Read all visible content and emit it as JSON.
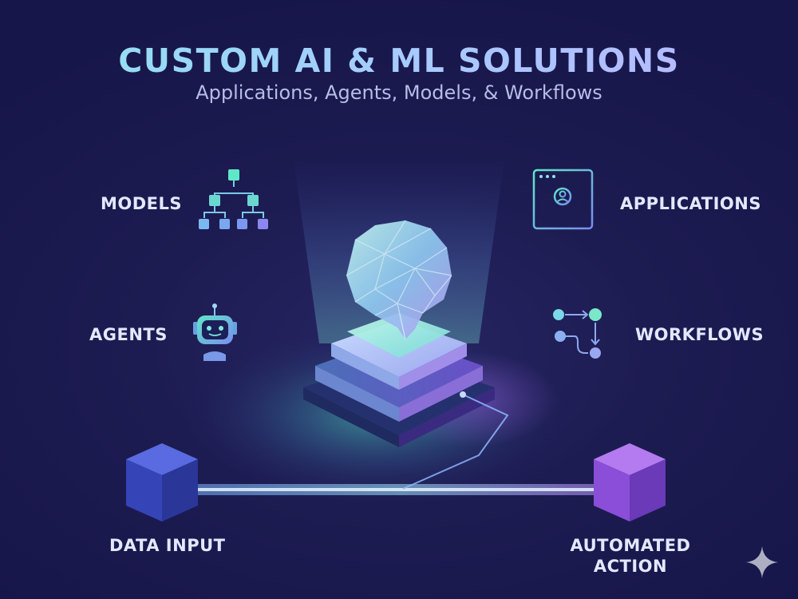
{
  "header": {
    "title": "CUSTOM AI & ML SOLUTIONS",
    "subtitle": "Applications, Agents, Models, & Workflows"
  },
  "nodes": {
    "models": {
      "label": "MODELS",
      "icon": "hierarchy-tree-icon"
    },
    "applications": {
      "label": "APPLICATIONS",
      "icon": "app-window-profile-icon"
    },
    "agents": {
      "label": "AGENTS",
      "icon": "robot-icon"
    },
    "workflows": {
      "label": "WORKFLOWS",
      "icon": "workflow-flow-icon"
    },
    "data_input": {
      "label": "DATA INPUT",
      "icon": "blue-cube-icon"
    },
    "automated_action": {
      "label_line1": "AUTOMATED",
      "label_line2": "ACTION",
      "icon": "purple-cube-icon"
    }
  },
  "center": {
    "icon": "crystal-brain-icon",
    "platform": "layered-platform"
  },
  "decor": {
    "corner_icon": "sparkle-icon"
  },
  "colors": {
    "background": "#1d1c52",
    "title_gradient_start": "#8fe3ee",
    "title_gradient_end": "#b9b5ff",
    "accent_teal": "#5ee8c8",
    "accent_blue": "#6a9cf0",
    "accent_purple": "#9a6cf0"
  }
}
